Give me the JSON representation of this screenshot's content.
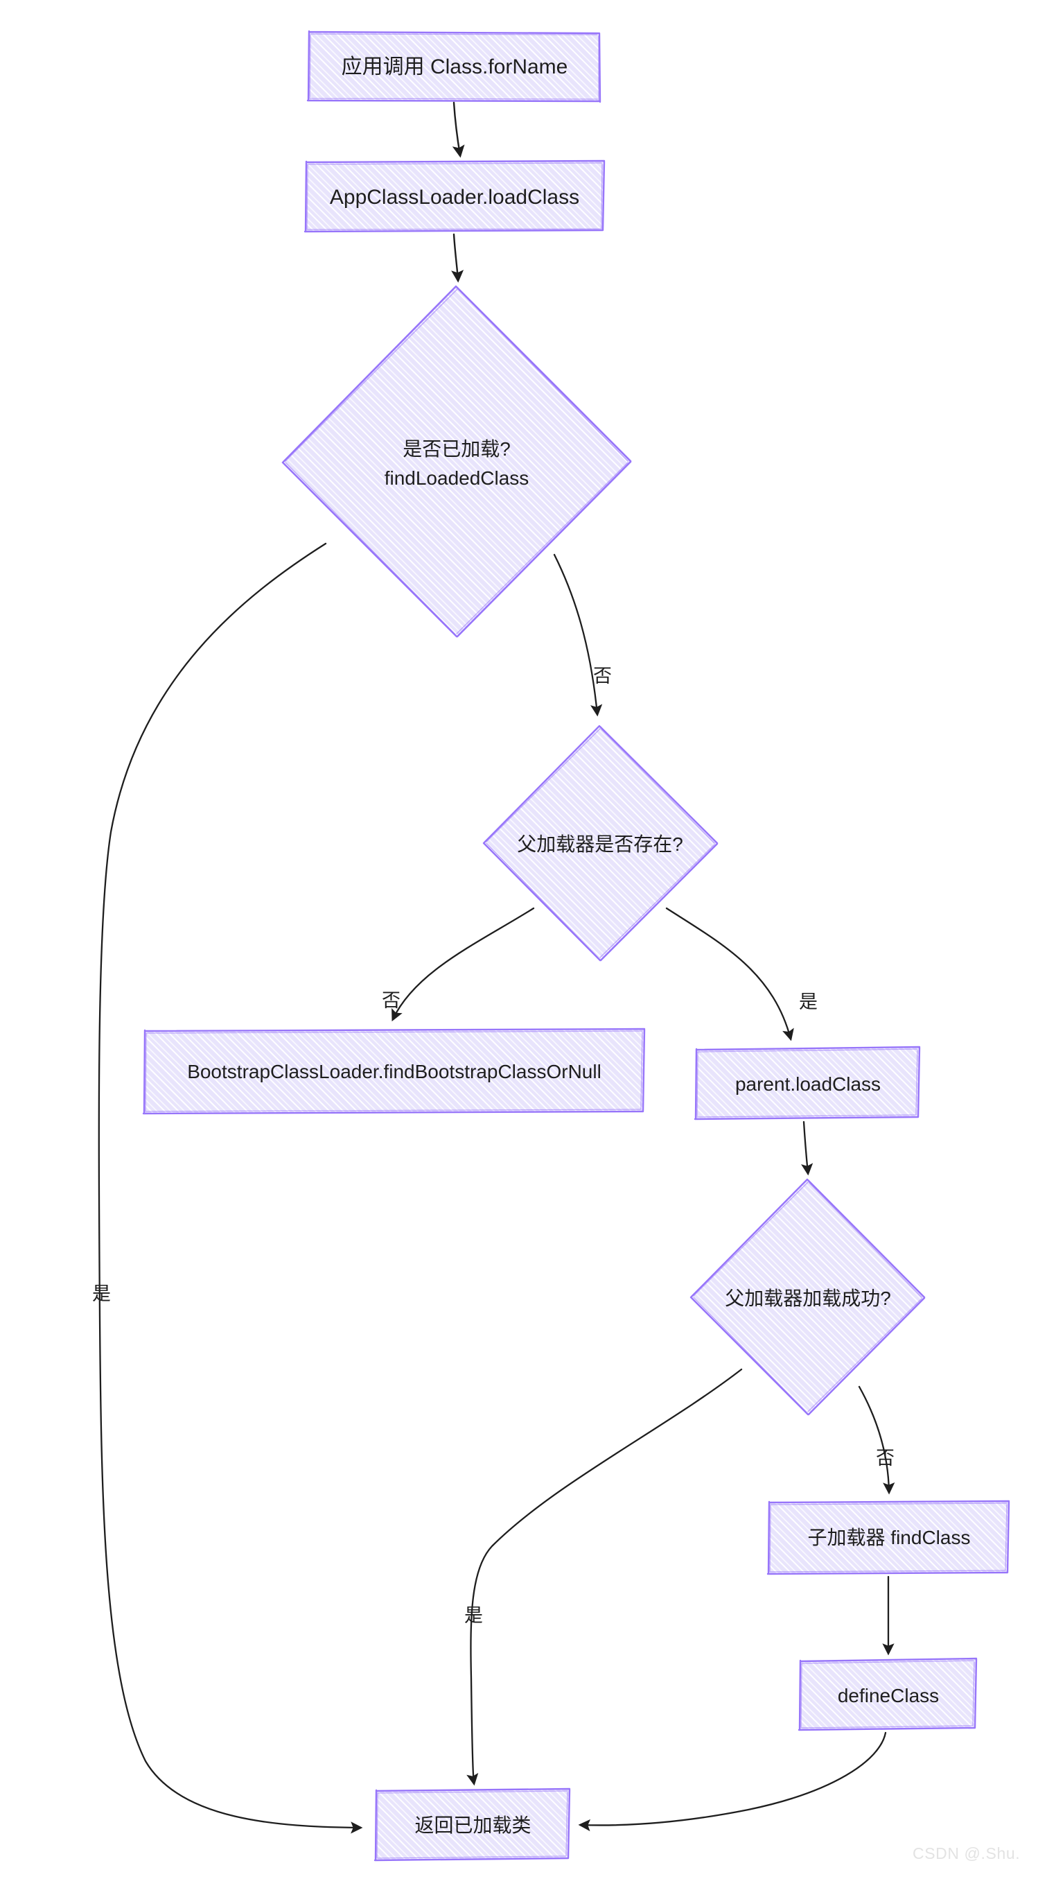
{
  "diagram": {
    "title": "Java ClassLoader loadClass flow",
    "type": "flowchart",
    "style": "hand-drawn",
    "background": "#ffffff",
    "colors": {
      "node_stroke": "#9775fa",
      "node_fill": "#e8e4fc",
      "node_hachure": "#d8d2f8",
      "edge_stroke": "#1e1e1e",
      "text": "#1e1e1e",
      "watermark": "#e3e3e3"
    },
    "nodes": [
      {
        "id": "n1",
        "shape": "rect",
        "label": "应用调用 Class.forName"
      },
      {
        "id": "n2",
        "shape": "rect",
        "label": "AppClassLoader.loadClass"
      },
      {
        "id": "n3",
        "shape": "diamond",
        "label": "是否已加载?\nfindLoadedClass",
        "line1": "是否已加载?",
        "line2": "findLoadedClass"
      },
      {
        "id": "n4",
        "shape": "diamond",
        "label": "父加载器是否存在?"
      },
      {
        "id": "n5",
        "shape": "rect",
        "label": "BootstrapClassLoader.findBootstrapClassOrNull"
      },
      {
        "id": "n6",
        "shape": "rect",
        "label": "parent.loadClass"
      },
      {
        "id": "n7",
        "shape": "diamond",
        "label": "父加载器加载成功?"
      },
      {
        "id": "n8",
        "shape": "rect",
        "label": "子加载器 findClass"
      },
      {
        "id": "n9",
        "shape": "rect",
        "label": "defineClass"
      },
      {
        "id": "n10",
        "shape": "rect",
        "label": "返回已加载类"
      }
    ],
    "edges": [
      {
        "from": "n1",
        "to": "n2",
        "label": ""
      },
      {
        "from": "n2",
        "to": "n3",
        "label": ""
      },
      {
        "from": "n3",
        "to": "n10",
        "label": "是"
      },
      {
        "from": "n3",
        "to": "n4",
        "label": "否"
      },
      {
        "from": "n4",
        "to": "n5",
        "label": "否"
      },
      {
        "from": "n4",
        "to": "n6",
        "label": "是"
      },
      {
        "from": "n6",
        "to": "n7",
        "label": ""
      },
      {
        "from": "n7",
        "to": "n10",
        "label": "是"
      },
      {
        "from": "n7",
        "to": "n8",
        "label": "否"
      },
      {
        "from": "n8",
        "to": "n9",
        "label": ""
      },
      {
        "from": "n9",
        "to": "n10",
        "label": ""
      }
    ],
    "edge_labels": {
      "loaded_yes": "是",
      "loaded_no": "否",
      "parent_exists_no": "否",
      "parent_exists_yes": "是",
      "parent_ok_yes": "是",
      "parent_ok_no": "否"
    }
  },
  "watermark": {
    "text": "CSDN @.Shu."
  }
}
